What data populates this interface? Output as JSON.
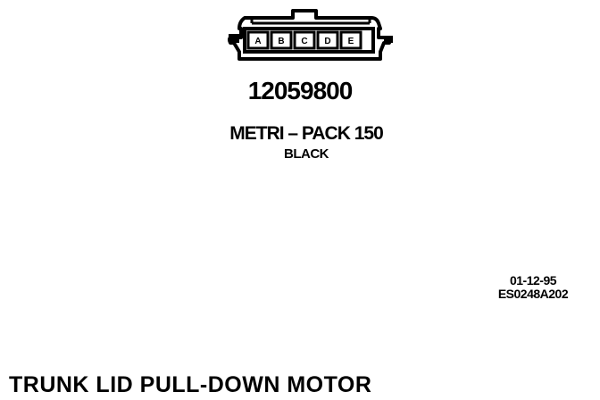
{
  "connector": {
    "pins": [
      "A",
      "B",
      "C",
      "D",
      "E"
    ]
  },
  "part_number": "12059800",
  "series": "METRI – PACK 150",
  "color": "BLACK",
  "date_code": {
    "date": "01-12-95",
    "code": "ES0248A202"
  },
  "caption": "TRUNK LID PULL-DOWN MOTOR"
}
